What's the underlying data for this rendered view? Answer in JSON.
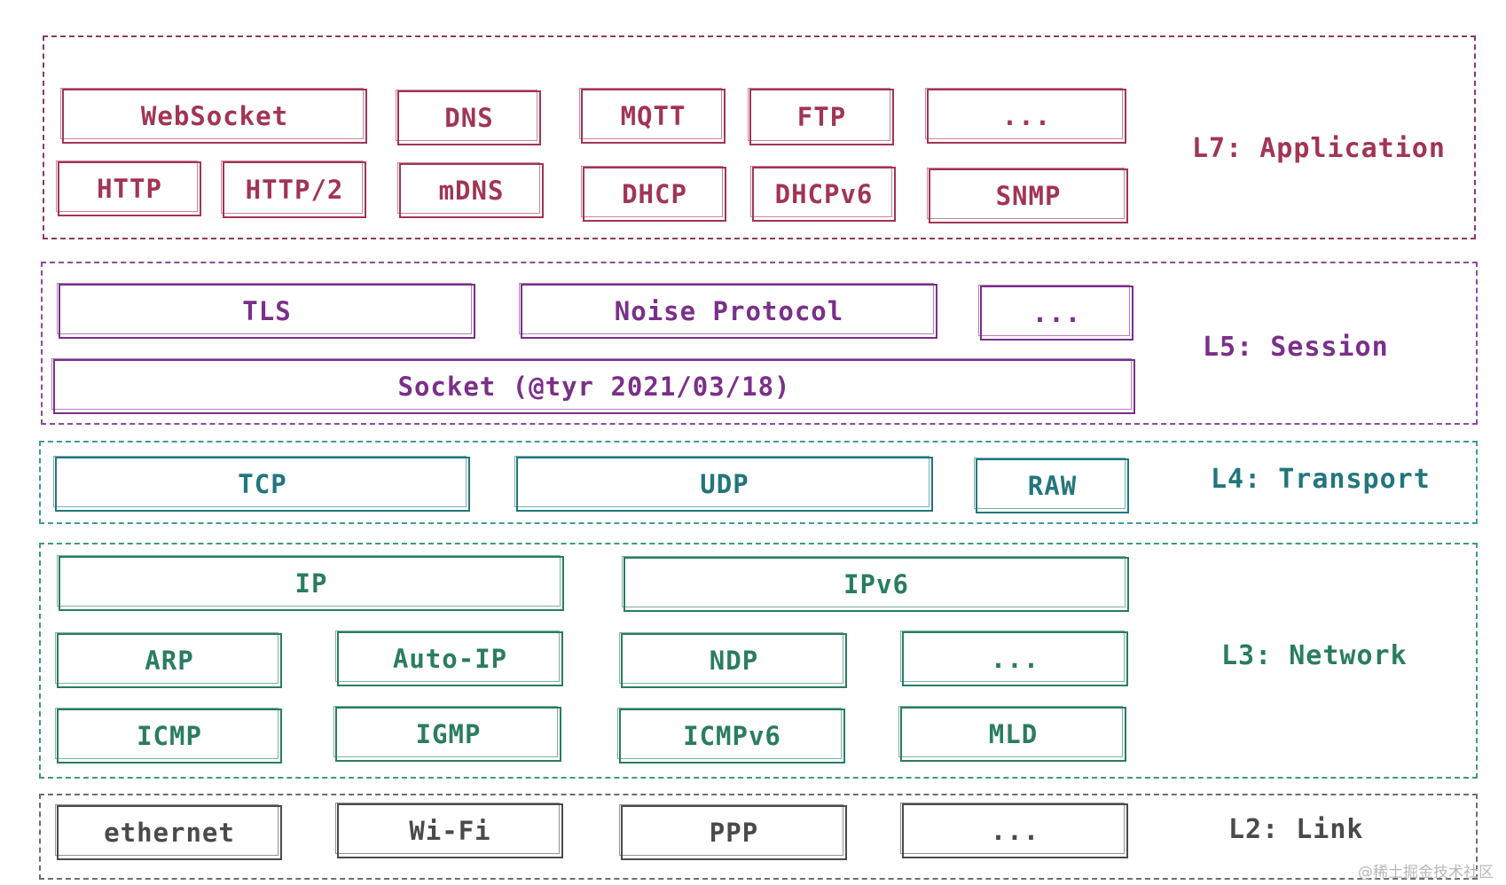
{
  "colors": {
    "application": "#a13553",
    "session": "#7a2f89",
    "transport": "#22767d",
    "network": "#2a7c62",
    "link": "#4a4a4a"
  },
  "layers": {
    "l7": {
      "label": "L7: Application",
      "protocols": [
        "WebSocket",
        "DNS",
        "MQTT",
        "FTP",
        "...",
        "HTTP",
        "HTTP/2",
        "mDNS",
        "DHCP",
        "DHCPv6",
        "SNMP"
      ]
    },
    "l5": {
      "label": "L5: Session",
      "protocols": [
        "TLS",
        "Noise Protocol",
        "...",
        "Socket (@tyr 2021/03/18)"
      ]
    },
    "l4": {
      "label": "L4: Transport",
      "protocols": [
        "TCP",
        "UDP",
        "RAW"
      ]
    },
    "l3": {
      "label": "L3: Network",
      "protocols": [
        "IP",
        "IPv6",
        "ARP",
        "Auto-IP",
        "NDP",
        "...",
        "ICMP",
        "IGMP",
        "ICMPv6",
        "MLD"
      ]
    },
    "l2": {
      "label": "L2: Link",
      "protocols": [
        "ethernet",
        "Wi-Fi",
        "PPP",
        "..."
      ]
    }
  },
  "watermark": "@稀土掘金技术社区"
}
